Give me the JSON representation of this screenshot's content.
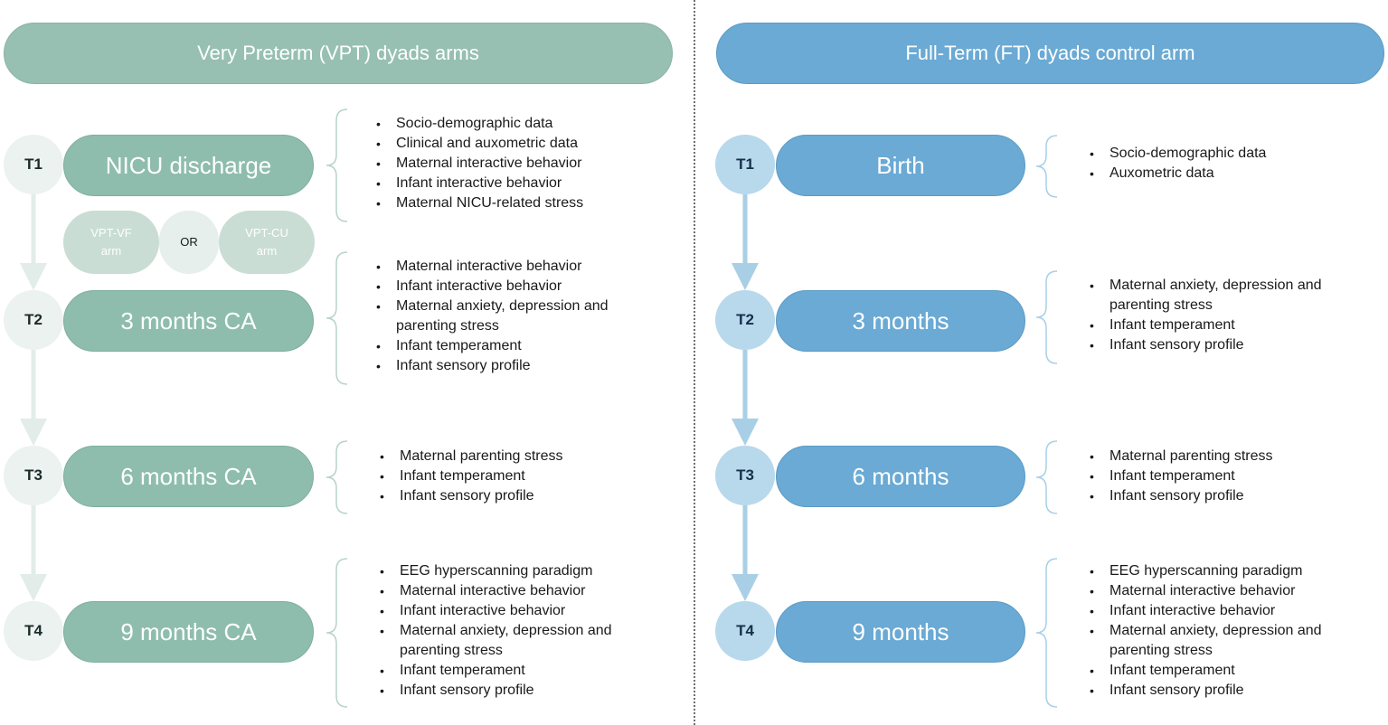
{
  "headers": {
    "left": "Very Preterm (VPT) dyads arms",
    "right": "Full-Term (FT) dyads control arm"
  },
  "vpt": {
    "timepoints": [
      {
        "id": "T1",
        "label": "NICU discharge",
        "items": [
          "Socio-demographic data",
          "Clinical and auxometric data",
          "Maternal interactive behavior",
          "Infant interactive behavior",
          "Maternal NICU-related stress"
        ]
      },
      {
        "id": "T2",
        "label": "3 months CA",
        "items": [
          "Maternal interactive behavior",
          "Infant interactive behavior",
          "Maternal anxiety, depression and parenting stress",
          "Infant temperament",
          "Infant sensory profile"
        ]
      },
      {
        "id": "T3",
        "label": "6 months CA",
        "items": [
          "Maternal parenting stress",
          "Infant temperament",
          "Infant sensory profile"
        ]
      },
      {
        "id": "T4",
        "label": "9 months CA",
        "items": [
          "EEG hyperscanning paradigm",
          "Maternal interactive behavior",
          "Infant interactive behavior",
          "Maternal anxiety, depression and parenting stress",
          "Infant temperament",
          "Infant sensory profile"
        ]
      }
    ],
    "arms": {
      "vf": {
        "line1": "VPT-VF",
        "line2": "arm"
      },
      "or": "OR",
      "cu": {
        "line1": "VPT-CU",
        "line2": "arm"
      }
    }
  },
  "ft": {
    "timepoints": [
      {
        "id": "T1",
        "label": "Birth",
        "items": [
          "Socio-demographic data",
          "Auxometric data"
        ]
      },
      {
        "id": "T2",
        "label": "3 months",
        "items": [
          "Maternal anxiety, depression and parenting stress",
          "Infant temperament",
          "Infant sensory profile"
        ]
      },
      {
        "id": "T3",
        "label": "6 months",
        "items": [
          "Maternal parenting stress",
          "Infant temperament",
          "Infant sensory profile"
        ]
      },
      {
        "id": "T4",
        "label": "9 months",
        "items": [
          "EEG hyperscanning paradigm",
          "Maternal interactive behavior",
          "Infant interactive behavior",
          "Maternal anxiety, depression and parenting stress",
          "Infant temperament",
          "Infant sensory profile"
        ]
      }
    ]
  },
  "colors": {
    "vpt_header": "#97c0b2",
    "vpt_pill": "#8ebdad",
    "vpt_circle": "#ebf2ef",
    "ft_header": "#6aaad4",
    "ft_circle": "#b8d8ec",
    "vpt_arrow": "#e2ece8",
    "ft_arrow": "#a9cfe6"
  }
}
